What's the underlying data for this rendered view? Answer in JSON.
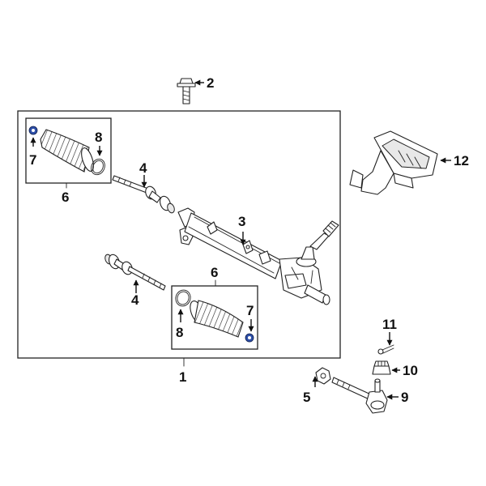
{
  "callouts": {
    "main_assembly": "1",
    "mount_bolt": "2",
    "rack_housing": "3",
    "inner_tie_rod_upper": "4",
    "inner_tie_rod_lower": "4",
    "nut_left": "5",
    "boot_kit_upper": "6",
    "boot_kit_lower": "6",
    "clamp_upper": "7",
    "clamp_lower": "7",
    "boot_ring_upper": "8",
    "boot_ring_lower": "8",
    "outer_tie_rod": "9",
    "castle_nut": "10",
    "cotter_pin": "11",
    "motor_module": "12"
  },
  "colors": {
    "clamp_highlight": "#2d4fa8",
    "line": "#222222"
  }
}
